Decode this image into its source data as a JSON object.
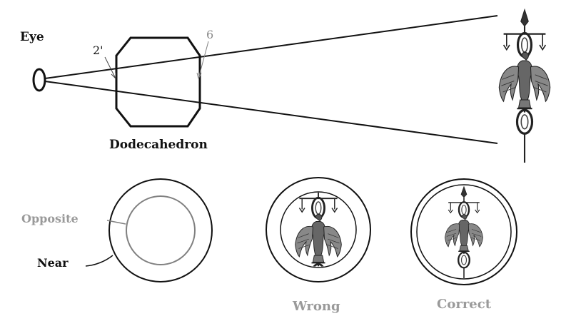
{
  "labels": {
    "eye": "Eye",
    "dodecahedron": "Dodecahedron",
    "ray_mark": "2'",
    "face_mark": "6",
    "opposite": "Opposite",
    "near": "Near",
    "wrong": "Wrong",
    "correct": "Correct"
  },
  "colors": {
    "ink": "#111111",
    "grey_label": "#9a9a9a",
    "grey_line": "#808080",
    "eagle": "#555555"
  }
}
